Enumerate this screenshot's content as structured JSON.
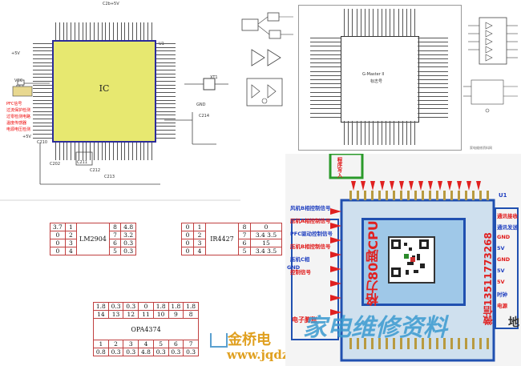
{
  "ic_schematic": {
    "chip_label": "IC",
    "top_label": "C2b+5V",
    "u_label": "U1",
    "side_labels": [
      "VCC",
      "GND",
      "+5V",
      "+5V"
    ],
    "red_notes": [
      "PFC信号",
      "过流保护检测",
      "过零检测电路",
      "温度传感器",
      "电源电压检测"
    ],
    "part_labels": [
      "C210",
      "C202",
      "C211",
      "C212",
      "C213",
      "C214",
      "XT1",
      "R53"
    ]
  },
  "pin_table_lm2904": {
    "name": "LM2904",
    "rows": [
      [
        "3.7",
        "1",
        "8",
        "4.8"
      ],
      [
        "0",
        "2",
        "7",
        "3.2"
      ],
      [
        "0",
        "3",
        "6",
        "0.3"
      ],
      [
        "0",
        "4",
        "5",
        "0.3"
      ]
    ]
  },
  "pin_table_ir4427": {
    "name": "IR4427",
    "rows": [
      [
        "0",
        "1",
        "8",
        "0"
      ],
      [
        "0",
        "2",
        "7",
        "3.4 3.5"
      ],
      [
        "0",
        "3",
        "6",
        "15"
      ],
      [
        "0",
        "4",
        "5",
        "3.4 3.5"
      ]
    ]
  },
  "pin_table_opa4374": {
    "name": "OPA4374",
    "top_values": [
      "1.8",
      "0.3",
      "0.3",
      "0",
      "1.8",
      "1.8",
      "1.8"
    ],
    "top_pins": [
      "14",
      "13",
      "12",
      "11",
      "10",
      "9",
      "8"
    ],
    "bottom_pins": [
      "1",
      "2",
      "3",
      "4",
      "5",
      "6",
      "7"
    ],
    "bottom_values": [
      "0.8",
      "0.3",
      "0.3",
      "4.8",
      "0.3",
      "0.3",
      "0.3"
    ]
  },
  "watermark": {
    "brand": "金桥电",
    "url": "www.jqdzw",
    "overlay_text": "家电维修资料"
  },
  "mcu_schematic": {
    "title": "G-Master II",
    "subtitle": "标志号",
    "footer": "家电维修资料网"
  },
  "cpu_panel": {
    "u_label": "U1",
    "vertical_left": "格力80脚CPU",
    "vertical_right": "微信13511773268",
    "left_labels": [
      "风机B相控制信号",
      "压机A相控制信号",
      "PFC驱动控制信号",
      "压机B相控制信号",
      "压机C相",
      "控制信号"
    ],
    "right_labels": [
      "通讯接收",
      "通讯发送",
      "GND",
      "5V",
      "GND",
      "5V",
      "5V",
      "时钟",
      "电源"
    ],
    "bottom_left": "电子膨胀",
    "top_box": "程序写入",
    "gnd": "GND",
    "di_label": "地"
  },
  "colors": {
    "ic_body": "#e7e870",
    "cpu_core": "#9fc8e8",
    "red_accent": "#e02020",
    "blue_accent": "#2040c0",
    "table_border": "#c04040"
  }
}
